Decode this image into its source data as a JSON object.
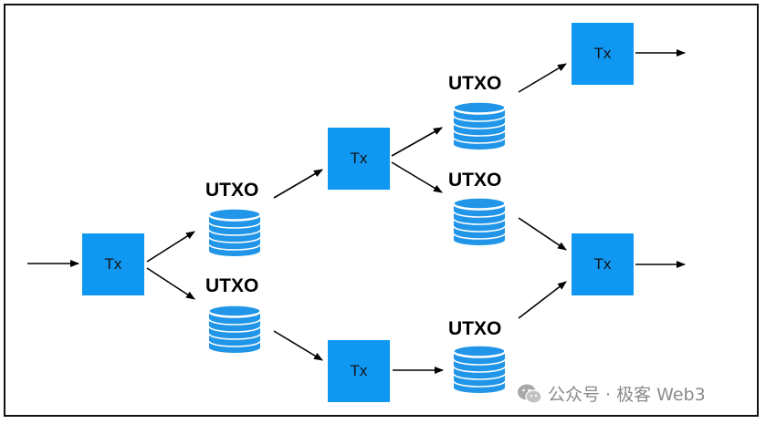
{
  "colors": {
    "tx_fill": "#0f97f2",
    "db_fill": "#2196e8",
    "db_stripe": "#ffffff",
    "arrow": "#000000",
    "frame": "#111111",
    "watermark": "#8a8a8a"
  },
  "nodes": {
    "tx1": {
      "label": "Tx"
    },
    "tx2": {
      "label": "Tx"
    },
    "tx3": {
      "label": "Tx"
    },
    "tx4": {
      "label": "Tx"
    },
    "tx5": {
      "label": "Tx"
    },
    "utxo1": {
      "label": "UTXO"
    },
    "utxo2": {
      "label": "UTXO"
    },
    "utxo3": {
      "label": "UTXO"
    },
    "utxo4": {
      "label": "UTXO"
    },
    "utxo5": {
      "label": "UTXO"
    }
  },
  "watermark": {
    "text": "公众号 · 极客 Web3"
  }
}
